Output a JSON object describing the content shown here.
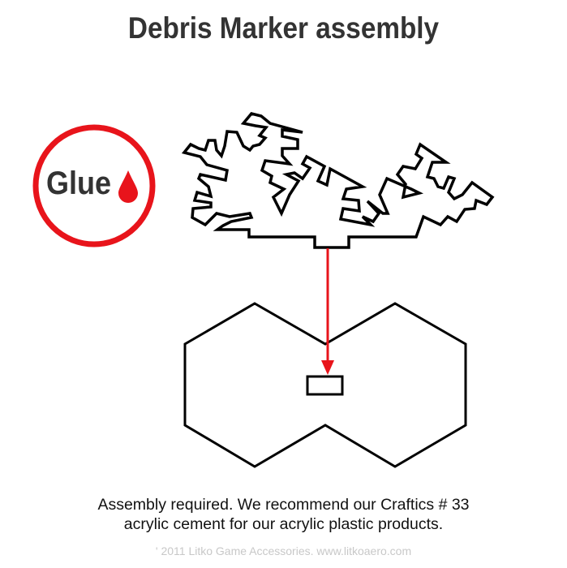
{
  "title": "Debris Marker assembly",
  "glue_badge": {
    "label": "Glue",
    "color": "#e8141b"
  },
  "arrow_color": "#e8141b",
  "note": {
    "line1": "Assembly required. We recommend our Craftics # 33",
    "line2": "acrylic cement for our acrylic plastic products."
  },
  "footer": "'  2011 Litko Game Accessories. www.litkoaero.com"
}
